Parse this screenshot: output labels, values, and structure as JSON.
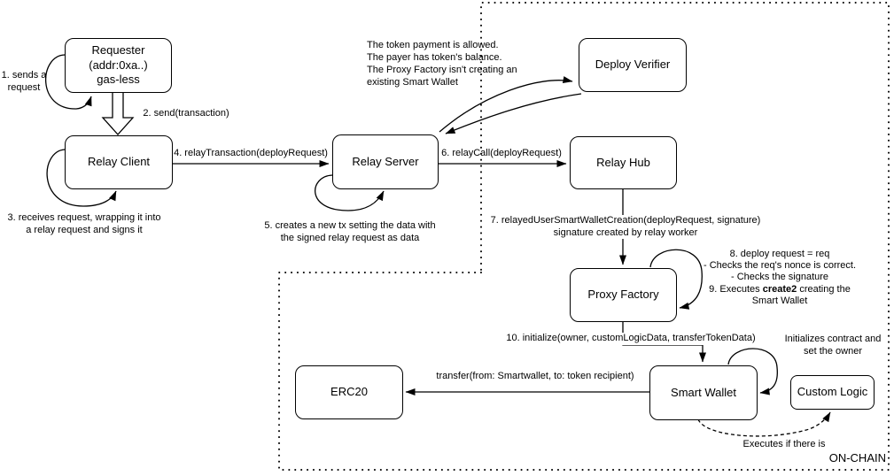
{
  "nodes": {
    "requester": {
      "line1": "Requester",
      "line2": "(addr:0xa..)",
      "line3": "gas-less"
    },
    "relay_client": {
      "label": "Relay Client"
    },
    "relay_server": {
      "label": "Relay Server"
    },
    "deploy_verifier": {
      "label": "Deploy Verifier"
    },
    "relay_hub": {
      "label": "Relay Hub"
    },
    "proxy_factory": {
      "label": "Proxy Factory"
    },
    "smart_wallet": {
      "label": "Smart Wallet"
    },
    "erc20": {
      "label": "ERC20"
    },
    "custom_logic": {
      "label": "Custom Logic"
    }
  },
  "labels": {
    "step1": {
      "line1": "1. sends a",
      "line2": "request"
    },
    "step2": "2. send(transaction)",
    "step3": {
      "line1": "3. receives request, wrapping it into",
      "line2": "a relay request and signs it"
    },
    "step4": "4. relayTransaction(deployRequest)",
    "step5": {
      "line1": "5. creates a new tx setting the data with",
      "line2": "the signed relay request as data"
    },
    "step6": "6. relayCall(deployRequest)",
    "step7": {
      "line1": "7. relayedUserSmartWalletCreation(deployRequest, signature)",
      "line2": "signature created by relay worker"
    },
    "verifier_checks": {
      "line1": "The token payment is allowed.",
      "line2": "The payer has token's balance.",
      "line3": "The Proxy Factory isn't creating an",
      "line4": "existing Smart Wallet"
    },
    "step8_9": {
      "line1": "8. deploy request = req",
      "line2": "- Checks the req's nonce is correct.",
      "line3": "- Checks the signature",
      "line4_pre": "9. Executes",
      "line4_bold": "create2",
      "line4_post": "creating the",
      "line5": "Smart Wallet"
    },
    "step10": "10. initialize(owner, customLogicData, transferTokenData)",
    "initializes": {
      "line1": "Initializes contract and",
      "line2": "set the owner"
    },
    "transfer": "transfer(from: Smartwallet, to: token recipient)",
    "executes_if": "Executes if there is",
    "on_chain": "ON-CHAIN"
  },
  "colors": {
    "stroke": "#000000",
    "node_fill": "#ffffff",
    "background": "#ffffff"
  }
}
